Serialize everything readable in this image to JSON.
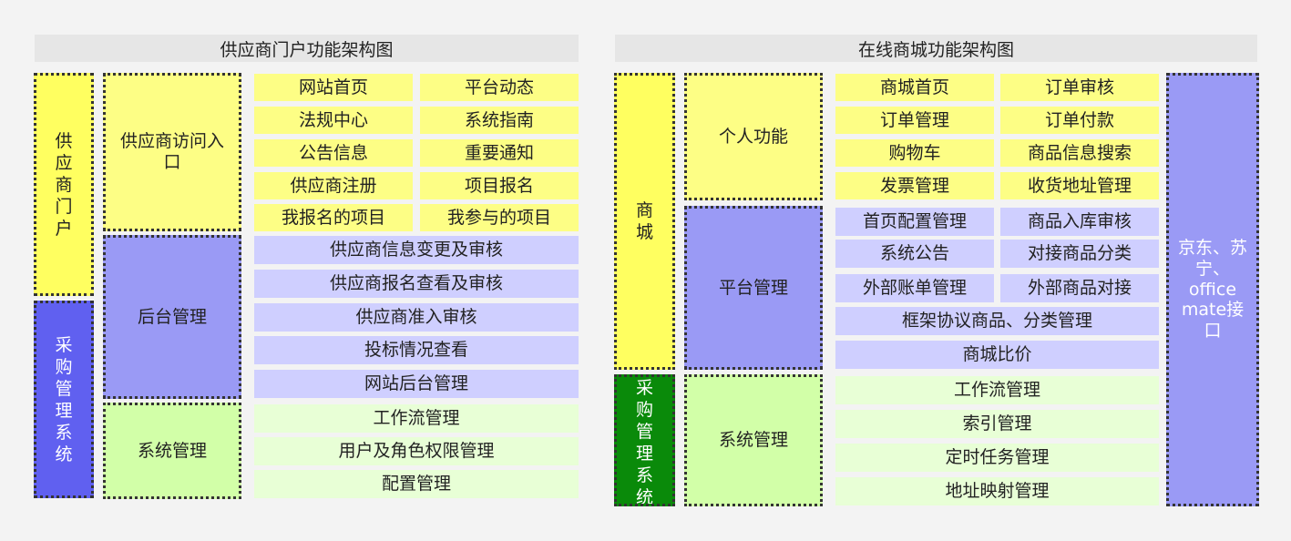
{
  "left": {
    "title": "供应商门户功能架构图",
    "col1": {
      "portal": "供应商门户",
      "procurement": "采购管理系统"
    },
    "col2": {
      "visit": "供应商访问入口",
      "backend": "后台管理",
      "system": "系统管理"
    },
    "visit_items": [
      "网站首页",
      "平台动态",
      "法规中心",
      "系统指南",
      "公告信息",
      "重要通知",
      "供应商注册",
      "项目报名",
      "我报名的项目",
      "我参与的项目"
    ],
    "backend_items": [
      "供应商信息变更及审核",
      "供应商报名查看及审核",
      "供应商准入审核",
      "投标情况查看",
      "网站后台管理"
    ],
    "system_items": [
      "工作流管理",
      "用户及角色权限管理",
      "配置管理"
    ]
  },
  "right": {
    "title": "在线商城功能架构图",
    "col1": {
      "mall": "商城",
      "procurement": "采购管理系统"
    },
    "col2": {
      "personal": "个人功能",
      "platform": "平台管理",
      "system": "系统管理"
    },
    "personal_items": [
      "商城首页",
      "订单审核",
      "订单管理",
      "订单付款",
      "购物车",
      "商品信息搜索",
      "发票管理",
      "收货地址管理"
    ],
    "platform_items": [
      "首页配置管理",
      "商品入库审核",
      "系统公告",
      "对接商品分类",
      "外部账单管理",
      "外部商品对接",
      "框架协议商品、分类管理",
      "商城比价"
    ],
    "system_items": [
      "工作流管理",
      "索引管理",
      "定时任务管理",
      "地址映射管理"
    ],
    "interface": "京东、苏宁、office mate接口"
  }
}
